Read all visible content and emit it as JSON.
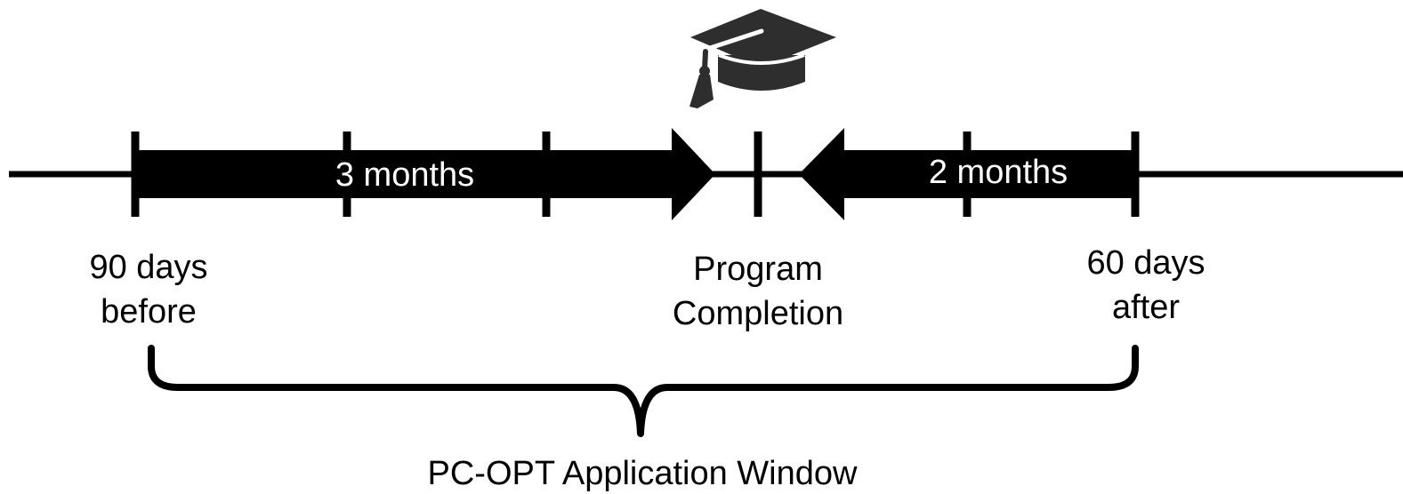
{
  "colors": {
    "line": "#000000",
    "text": "#000000",
    "arrow_text": "#ffffff",
    "cap": "#2e2e2e"
  },
  "icon": {
    "name": "graduation-cap-icon"
  },
  "arrows": {
    "before_label": "3 months",
    "after_label": "2 months"
  },
  "labels": {
    "before": [
      "90 days",
      "before"
    ],
    "completion": [
      "Program",
      "Completion"
    ],
    "after": [
      "60 days",
      "after"
    ]
  },
  "window_label": "PC-OPT Application Window"
}
